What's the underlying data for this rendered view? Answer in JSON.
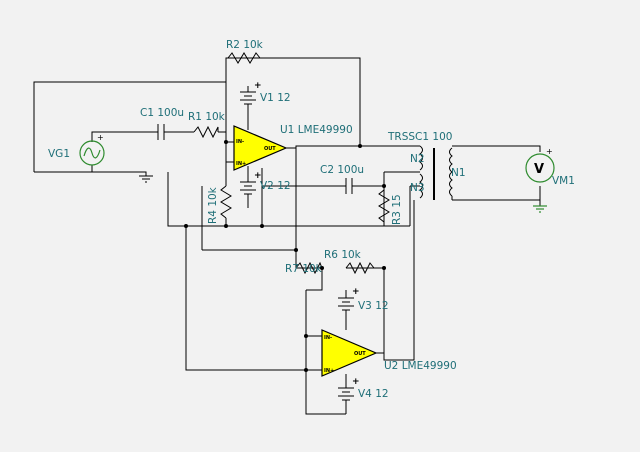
{
  "components": {
    "r2": "R2 10k",
    "r1": "R1 10k",
    "r4": "R4 10k",
    "r3": "R3 15",
    "r6": "R6 10k",
    "r7": "R7 10k",
    "c1": "C1 100u",
    "c2": "C2 100u",
    "v1": "V1 12",
    "v2": "V2 12",
    "v3": "V3 12",
    "v4": "V4 12",
    "u1": "U1 LME49990",
    "u2": "U2 LME49990",
    "vg1": "VG1",
    "trss": "TRSSC1 100",
    "n1": "N1",
    "n2": "N2",
    "n3": "N3",
    "vm1": "VM1"
  },
  "pins": {
    "inm": "IN-",
    "inp": "IN+",
    "out": "OUT",
    "plus": "+",
    "minus": "−",
    "meter": "V"
  },
  "colors": {
    "background": "#f2f2f2",
    "wire": "#000000",
    "label": "#1f6f78",
    "opamp_fill": "#ffff00",
    "source": "#2e8b2e"
  }
}
